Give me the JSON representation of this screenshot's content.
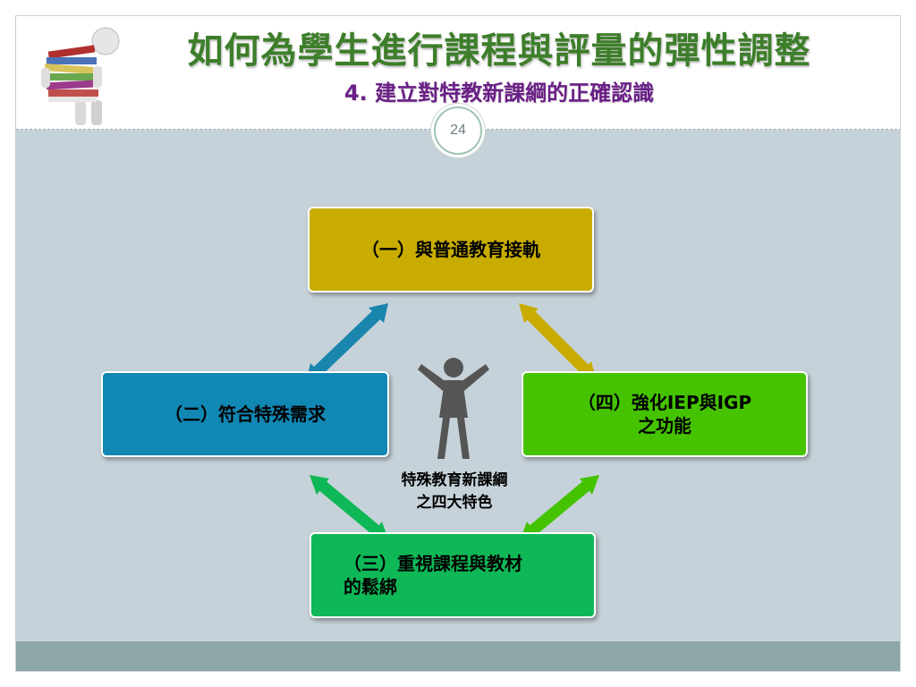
{
  "header": {
    "title": "如何為學生進行課程與評量的彈性調整",
    "subtitle": "4. 建立對特教新課綱的正確認識",
    "page_number": "24"
  },
  "diagram": {
    "center_label_line1": "特殊教育新課綱",
    "center_label_line2": "之四大特色",
    "box1": {
      "line1": "（一）與普通教育接軌"
    },
    "box2": {
      "line1": "（二）符合特殊需求"
    },
    "box3": {
      "line1": "（三）重視課程與教材",
      "line2": "的鬆綁"
    },
    "box4": {
      "line1": "（四）強化IEP與IGP",
      "line2": "之功能"
    }
  },
  "colors": {
    "title": "#3d7e2a",
    "subtitle": "#6a1f86",
    "box1": "#c8ad00",
    "box2": "#1187b4",
    "box3": "#0fb857",
    "box4": "#45c300",
    "content_bg": "#c6d2d9",
    "footer_bg": "#8da7a6"
  },
  "icons": {
    "header_figure": "person-carrying-books-icon",
    "center_figure": "cheering-person-icon"
  }
}
